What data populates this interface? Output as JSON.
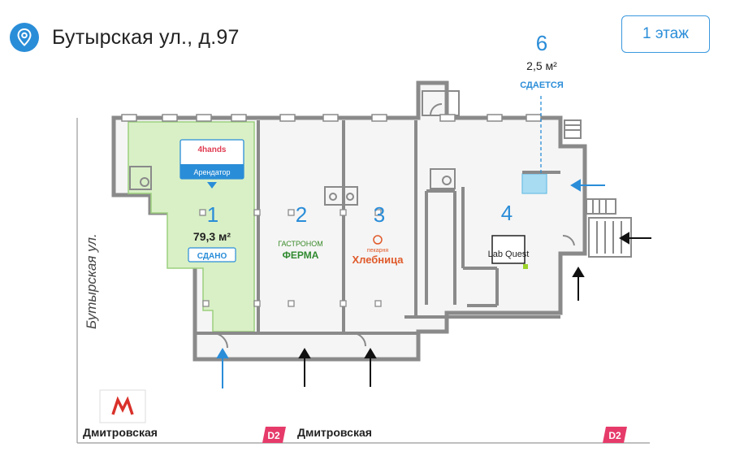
{
  "header": {
    "address": "Бутырская ул., д.97",
    "floor_button": "1 этаж",
    "pin_icon": "location-pin-icon"
  },
  "street_label": "Бутырская ул.",
  "units": [
    {
      "number": "1",
      "area": "79,3 м²",
      "status": "СДАНО",
      "tenant_logo": "4hands",
      "tenant_role": "Арендатор"
    },
    {
      "number": "2",
      "tenant": "ФЕРМА",
      "tenant_sub": "ГАСТРОНОМ"
    },
    {
      "number": "3",
      "tenant": "Хлебница",
      "tenant_sub": "пекарня"
    },
    {
      "number": "4",
      "tenant": "Lab Quest"
    },
    {
      "number": "6",
      "area": "2,5 м²",
      "status": "СДАЕТСЯ"
    }
  ],
  "metro": {
    "icon": "metro-m-icon",
    "station_left": "Дмитровская",
    "badge_mid": "D2",
    "station_mid": "Дмитровская",
    "badge_right": "D2"
  },
  "colors": {
    "accent_blue": "#2a8dd8",
    "leased_green": "#d9f0c6",
    "metro_red": "#d9312a",
    "d2_badge": "#e63b6a",
    "walls": "#8a8a8a",
    "floor": "#f5f5f5"
  }
}
